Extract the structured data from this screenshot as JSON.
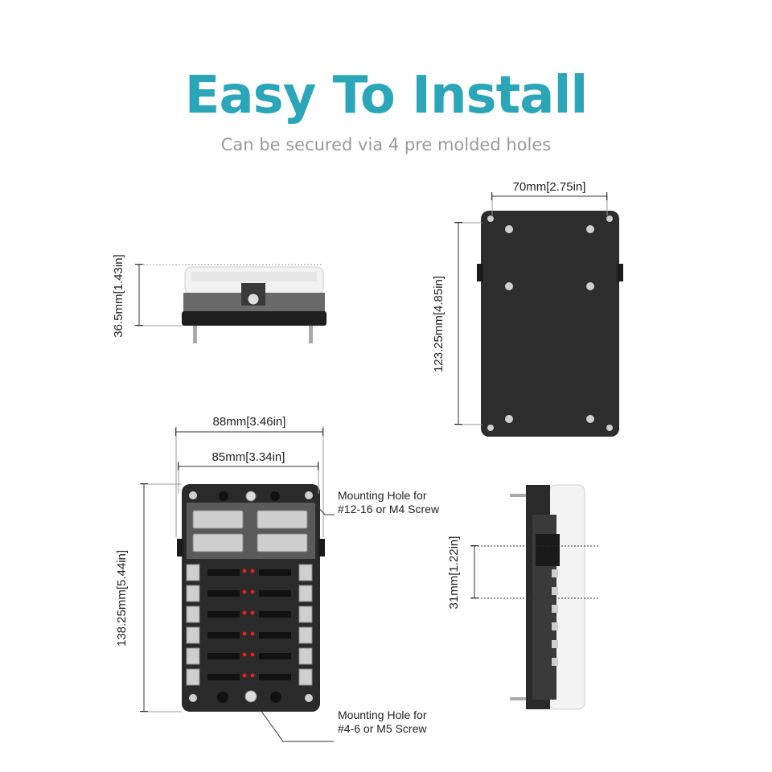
{
  "header": {
    "title": "Easy To Install",
    "subtitle": "Can be secured via 4 pre molded holes"
  },
  "dimensions": {
    "height_side": "36.5mm[1.43in]",
    "back_width": "70mm[2.75in]",
    "back_height": "123.25mm[4.85in]",
    "front_outer_width": "88mm[3.46in]",
    "front_inner_width": "85mm[3.34in]",
    "front_height": "138.25mm[5.44in]",
    "side_depth": "31mm[1.22in]"
  },
  "callouts": {
    "top_hole_line1": "Mounting Hole for",
    "top_hole_line2": "#12-16 or M4 Screw",
    "bottom_hole_line1": "Mounting Hole for",
    "bottom_hole_line2": "#4-6 or M5 Screw"
  },
  "colors": {
    "title": "#2aa6b8",
    "subtitle": "#9a9a9a",
    "body_dark": "#2b2b2b",
    "cover_gray": "#5a5a5a",
    "led_red": "#e02020"
  }
}
